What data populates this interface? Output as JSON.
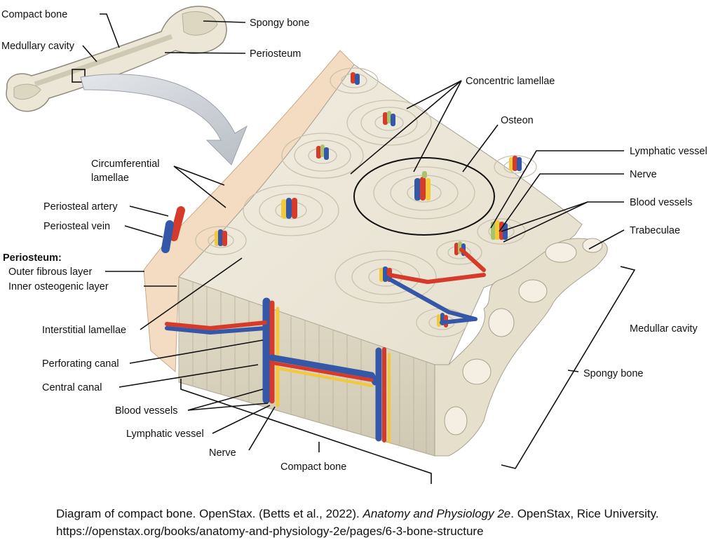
{
  "labels": {
    "compact_bone_top": "Compact bone",
    "spongy_bone_top": "Spongy bone",
    "medullary_cavity_top": "Medullary cavity",
    "periosteum_top": "Periosteum",
    "concentric_lamellae": "Concentric lamellae",
    "osteon": "Osteon",
    "circumferential_lamellae_1": "Circumferential",
    "circumferential_lamellae_2": "lamellae",
    "lymphatic_vessel_right": "Lymphatic vessel",
    "nerve_right": "Nerve",
    "blood_vessels_right": "Blood vessels",
    "trabeculae": "Trabeculae",
    "periosteal_artery": "Periosteal artery",
    "periosteal_vein": "Periosteal vein",
    "periosteum_heading": "Periosteum:",
    "outer_fibrous_layer": "Outer fibrous layer",
    "inner_osteogenic_layer": "Inner osteogenic layer",
    "interstitial_lamellae": "Interstitial lamellae",
    "medullar_cavity": "Medullar cavity",
    "perforating_canal": "Perforating canal",
    "spongy_bone_right": "Spongy bone",
    "central_canal": "Central canal",
    "blood_vessels_bottom": "Blood vessels",
    "lymphatic_vessel_bottom": "Lymphatic vessel",
    "nerve_bottom": "Nerve",
    "compact_bone_bottom": "Compact bone"
  },
  "caption": {
    "part1": "Diagram of compact bone. OpenStax. (Betts et al., 2022). ",
    "italic": "Anatomy and Physiology 2e",
    "part2": ". OpenStax, Rice University. https://openstax.org/books/anatomy-and-physiology-2e/pages/6-3-bone-structure"
  },
  "colors": {
    "bone": "#ebe6d6",
    "bone_dark": "#d8d2bf",
    "periosteum": "#f3dcc2",
    "artery": "#d63a2b",
    "vein": "#3557a8",
    "nerve": "#f2c93a",
    "lymph": "#a7c46a"
  }
}
